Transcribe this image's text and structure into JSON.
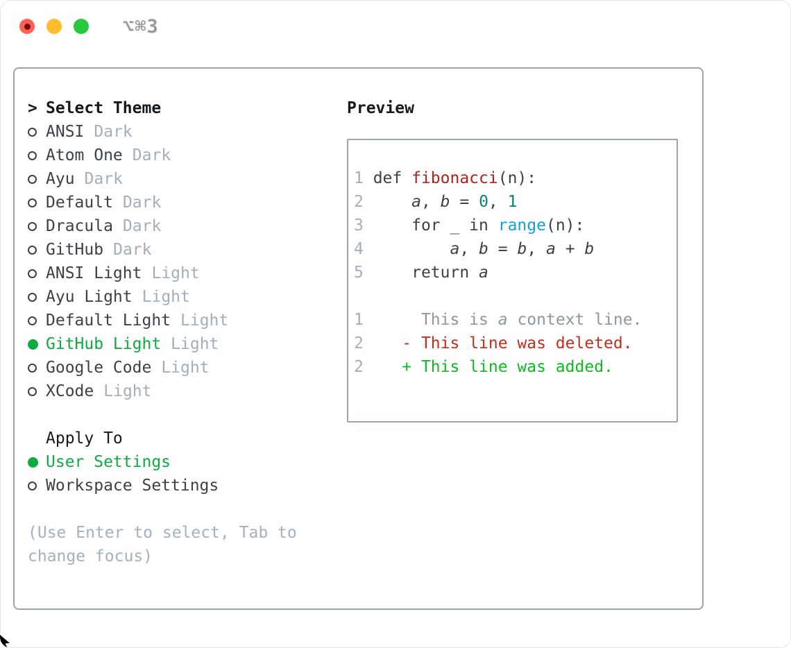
{
  "window": {
    "title": "⌥⌘3",
    "traffic_lights": {
      "close": "close-button",
      "minimize": "minimize-button",
      "zoom": "zoom-button"
    }
  },
  "picker": {
    "prompt": ">",
    "heading": "Select Theme",
    "themes": [
      {
        "name": "ANSI",
        "variant": "Dark",
        "selected": false
      },
      {
        "name": "Atom One",
        "variant": "Dark",
        "selected": false
      },
      {
        "name": "Ayu",
        "variant": "Dark",
        "selected": false
      },
      {
        "name": "Default",
        "variant": "Dark",
        "selected": false
      },
      {
        "name": "Dracula",
        "variant": "Dark",
        "selected": false
      },
      {
        "name": "GitHub",
        "variant": "Dark",
        "selected": false
      },
      {
        "name": "ANSI Light",
        "variant": "Light",
        "selected": false
      },
      {
        "name": "Ayu Light",
        "variant": "Light",
        "selected": false
      },
      {
        "name": "Default Light",
        "variant": "Light",
        "selected": false
      },
      {
        "name": "GitHub Light",
        "variant": "Light",
        "selected": true
      },
      {
        "name": "Google Code",
        "variant": "Light",
        "selected": false
      },
      {
        "name": "XCode",
        "variant": "Light",
        "selected": false
      }
    ],
    "apply_heading": "Apply To",
    "apply_options": [
      {
        "label": "User Settings",
        "selected": true
      },
      {
        "label": "Workspace Settings",
        "selected": false
      }
    ],
    "hint_lines": [
      "(Use Enter to select, Tab to",
      "change focus)"
    ]
  },
  "preview": {
    "heading": "Preview",
    "lines": [
      {
        "segs": [
          [
            "n",
            "1 "
          ],
          [
            "p",
            "def "
          ],
          [
            "f",
            "fibonacci"
          ],
          [
            "p",
            "(n):"
          ]
        ]
      },
      {
        "segs": [
          [
            "n",
            "2 "
          ],
          [
            "p",
            "    "
          ],
          [
            "v",
            "a"
          ],
          [
            "p",
            ", "
          ],
          [
            "v",
            "b"
          ],
          [
            "p",
            " = "
          ],
          [
            "l",
            "0"
          ],
          [
            "p",
            ", "
          ],
          [
            "l",
            "1"
          ]
        ]
      },
      {
        "segs": [
          [
            "n",
            "3 "
          ],
          [
            "p",
            "    for _ in "
          ],
          [
            "b",
            "range"
          ],
          [
            "p",
            "(n):"
          ]
        ]
      },
      {
        "segs": [
          [
            "n",
            "4 "
          ],
          [
            "p",
            "        "
          ],
          [
            "v",
            "a"
          ],
          [
            "p",
            ", "
          ],
          [
            "v",
            "b"
          ],
          [
            "p",
            " = "
          ],
          [
            "v",
            "b"
          ],
          [
            "p",
            ", "
          ],
          [
            "v",
            "a"
          ],
          [
            "p",
            " + "
          ],
          [
            "v",
            "b"
          ]
        ]
      },
      {
        "segs": [
          [
            "n",
            "5 "
          ],
          [
            "p",
            "    return "
          ],
          [
            "v",
            "a"
          ]
        ]
      },
      {
        "segs": []
      },
      {
        "segs": [
          [
            "n",
            "1"
          ],
          [
            "c",
            "      This is "
          ],
          [
            "cv",
            "a"
          ],
          [
            "c",
            " context line."
          ]
        ]
      },
      {
        "segs": [
          [
            "n",
            "2"
          ],
          [
            "p",
            "    "
          ],
          [
            "d",
            "- This line was deleted."
          ]
        ]
      },
      {
        "segs": [
          [
            "n",
            "2"
          ],
          [
            "p",
            "    "
          ],
          [
            "a",
            "+ This line was added."
          ]
        ]
      }
    ]
  },
  "colors": {
    "accent_green": "#0cac41",
    "added_green": "#0dbb20",
    "deleted_red": "#c22e1d",
    "function_red": "#ab241e",
    "literal_teal": "#0d7e80",
    "builtin_blue": "#149fd8",
    "text_dark": "#3b4147",
    "heading_black": "#15181c",
    "muted_gray": "#a4aebb",
    "context_gray": "#8e97a1",
    "hint_gray": "#a6b0bc",
    "border_gray": "#9aa4af",
    "titlebar_gray": "#97999e",
    "light_red": "#ff5f57",
    "light_red_dot": "#7a0c06",
    "light_yellow": "#febc2e",
    "light_green": "#28c840"
  }
}
